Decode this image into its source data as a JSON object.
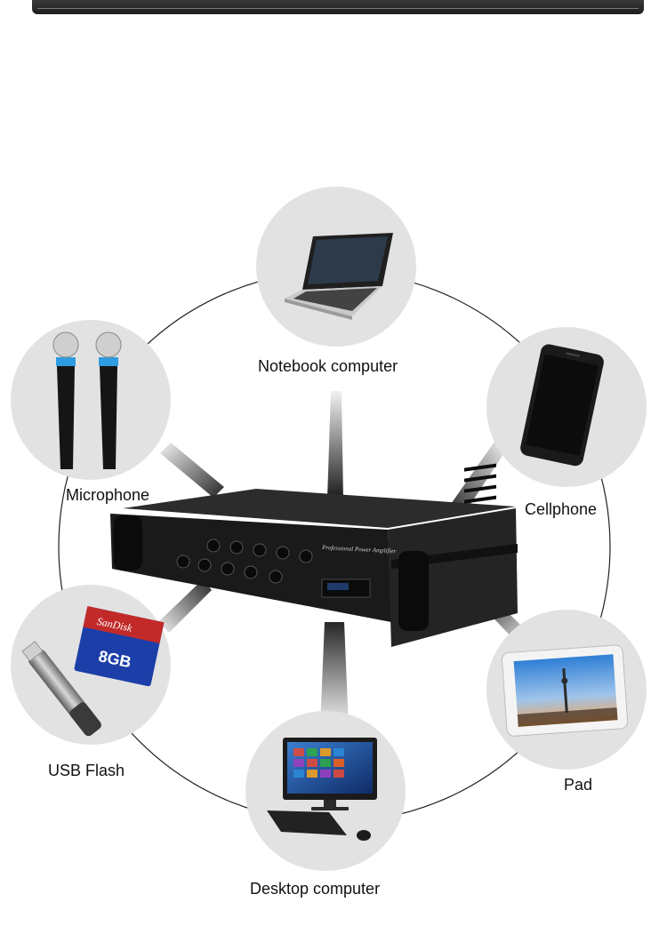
{
  "amplifier": {
    "panel_text": "Professional Power Amplifier"
  },
  "devices": [
    {
      "id": "notebook",
      "label": "Notebook computer",
      "icon": "laptop-icon"
    },
    {
      "id": "cellphone",
      "label": "Cellphone",
      "icon": "smartphone-icon"
    },
    {
      "id": "pad",
      "label": "Pad",
      "icon": "tablet-icon"
    },
    {
      "id": "desktop",
      "label": "Desktop computer",
      "icon": "desktop-computer-icon"
    },
    {
      "id": "usb",
      "label": "USB Flash",
      "icon": "usb-sd-card-icon",
      "card_brand": "SanDisk",
      "card_capacity": "8GB"
    },
    {
      "id": "microphone",
      "label": "Microphone",
      "icon": "microphone-icon"
    }
  ],
  "colors": {
    "circle_fill": "#e2e2e2",
    "ring": "#222222",
    "amplifier": "#1c1c1c",
    "beam": "#1a1a1a"
  }
}
